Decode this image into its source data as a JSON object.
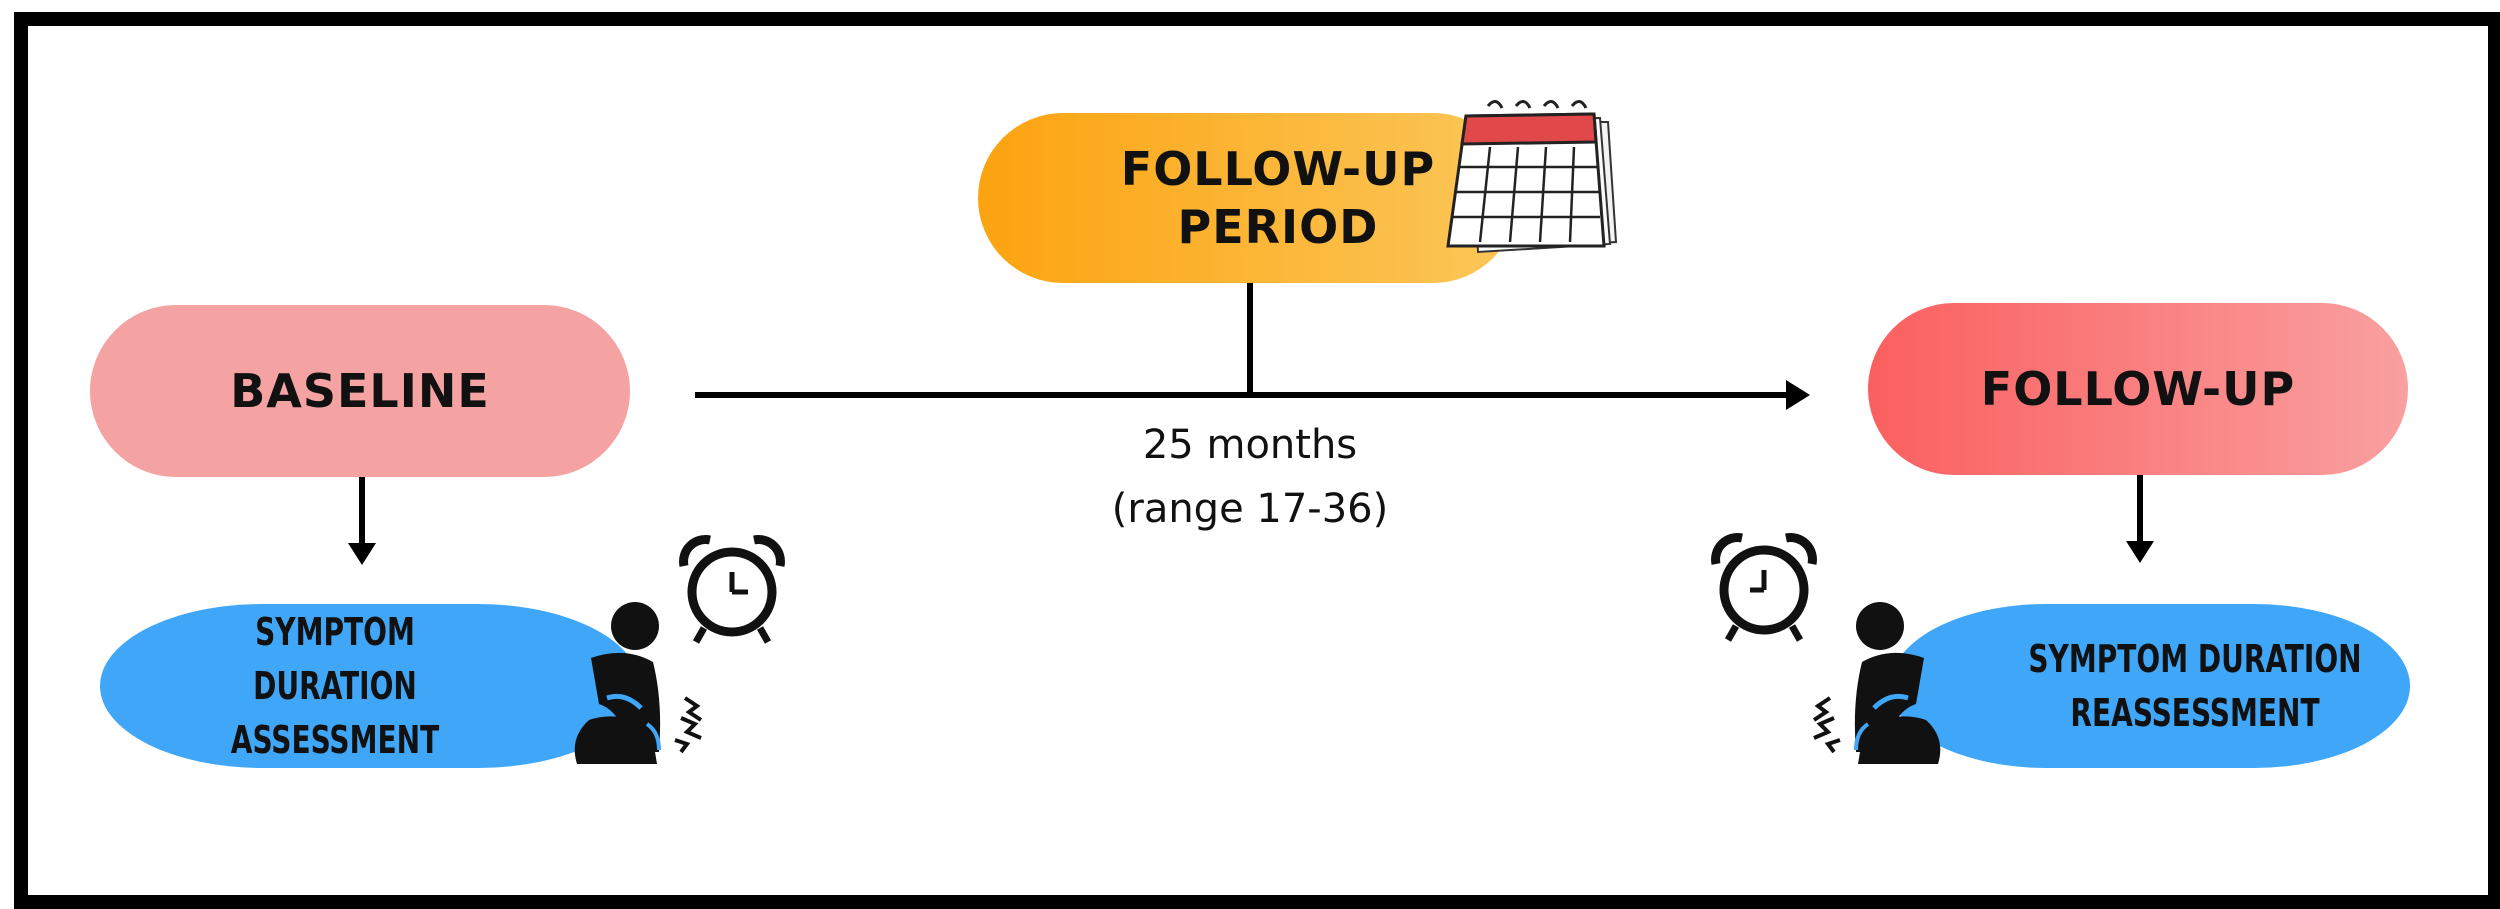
{
  "diagram": {
    "baseline": {
      "label": "BASELINE"
    },
    "follow_up": {
      "label": "FOLLOW-UP"
    },
    "follow_up_period": {
      "label": "FOLLOW-UP\nPERIOD"
    },
    "duration": {
      "label": "25 months\n(range 17-36)"
    },
    "assessment": {
      "label": "SYMPTOM DURATION\nASSESSMENT"
    },
    "reassessment": {
      "label": "SYMPTOM DURATION\nREASSESSMENT"
    }
  },
  "icons": [
    "calendar-icon",
    "alarm-clock-icon",
    "person-knee-pain-icon",
    "arrow-icon"
  ],
  "colors": {
    "baseline_fill": "#f4a2a2",
    "follow_up_fill": "#fb5f5f",
    "period_fill": "#fca310",
    "assessment_fill": "#3fa6f8",
    "border": "#000000"
  }
}
